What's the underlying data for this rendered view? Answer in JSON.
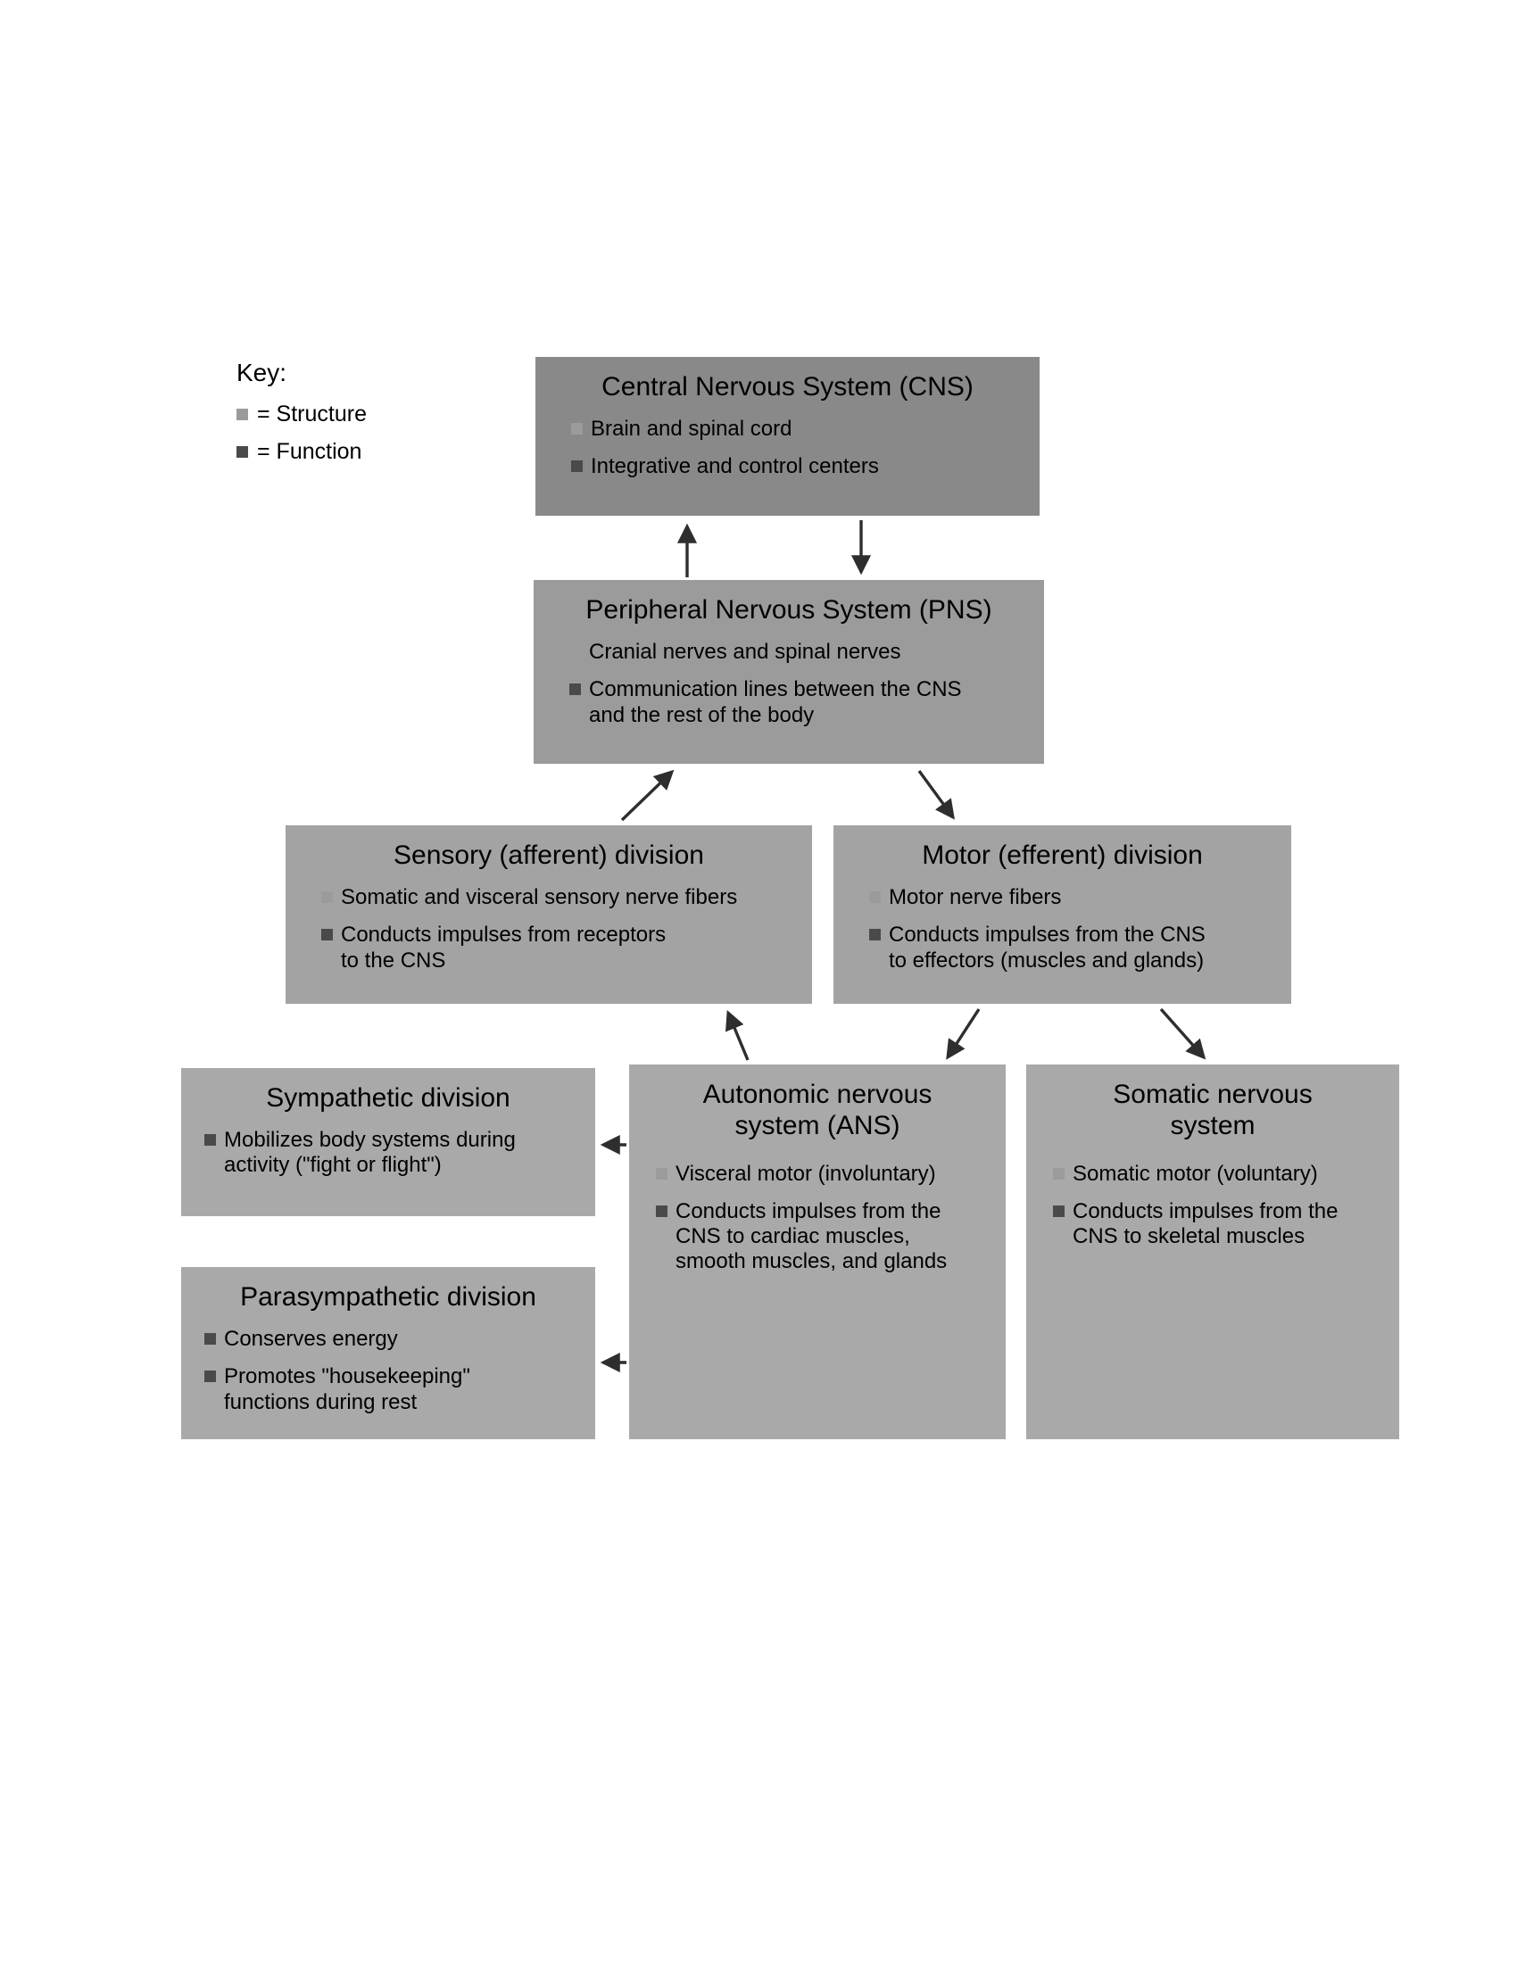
{
  "figure": {
    "key": {
      "title": "Key:",
      "items": [
        {
          "label": "= Structure",
          "type": "structure"
        },
        {
          "label": "= Function",
          "type": "function"
        }
      ]
    },
    "boxes": {
      "cns": {
        "title": "Central Nervous System (CNS)",
        "bullets": [
          {
            "text": "Brain and spinal cord",
            "type": "structure"
          },
          {
            "text": "Integrative and control centers",
            "type": "function"
          }
        ]
      },
      "pns": {
        "title": "Peripheral Nervous System (PNS)",
        "bullets": [
          {
            "text": "Cranial nerves and spinal nerves",
            "type": "structure"
          },
          {
            "text": "Communication lines between the CNS\nand the rest of the body",
            "type": "function"
          }
        ]
      },
      "sensory": {
        "title": "Sensory (afferent) division",
        "bullets": [
          {
            "text": "Somatic and visceral sensory nerve fibers",
            "type": "structure"
          },
          {
            "text": "Conducts impulses from receptors\nto the CNS",
            "type": "function"
          }
        ]
      },
      "motor": {
        "title": "Motor (efferent) division",
        "bullets": [
          {
            "text": "Motor nerve fibers",
            "type": "structure"
          },
          {
            "text": "Conducts impulses from the CNS\nto effectors (muscles and glands)",
            "type": "function"
          }
        ]
      },
      "sympathetic": {
        "title": "Sympathetic division",
        "bullets": [
          {
            "text": "Mobilizes body systems during\nactivity (\"fight or flight\")",
            "type": "function"
          }
        ]
      },
      "ans": {
        "title": "Autonomic nervous\nsystem (ANS)",
        "bullets": [
          {
            "text": "Visceral motor (involuntary)",
            "type": "structure"
          },
          {
            "text": "Conducts impulses from the\nCNS to cardiac muscles,\nsmooth muscles, and glands",
            "type": "function"
          }
        ]
      },
      "somatic": {
        "title": "Somatic nervous\nsystem",
        "bullets": [
          {
            "text": "Somatic motor (voluntary)",
            "type": "structure"
          },
          {
            "text": "Conducts impulses from the\nCNS to skeletal muscles",
            "type": "function"
          }
        ]
      },
      "parasympathetic": {
        "title": "Parasympathetic division",
        "bullets": [
          {
            "text": "Conserves energy",
            "type": "function"
          },
          {
            "text": "Promotes \"housekeeping\"\nfunctions during rest",
            "type": "function"
          }
        ]
      }
    }
  },
  "colors": {
    "structure_bullet": "#9b9b9b",
    "function_bullet": "#4a4a4a",
    "cns_box": "#898989",
    "pns_box": "#9b9b9b",
    "division_box": "#a3a3a3",
    "leaf_box": "#a9a9a9",
    "arrow": "#2e2e2e",
    "text": "#000000"
  }
}
